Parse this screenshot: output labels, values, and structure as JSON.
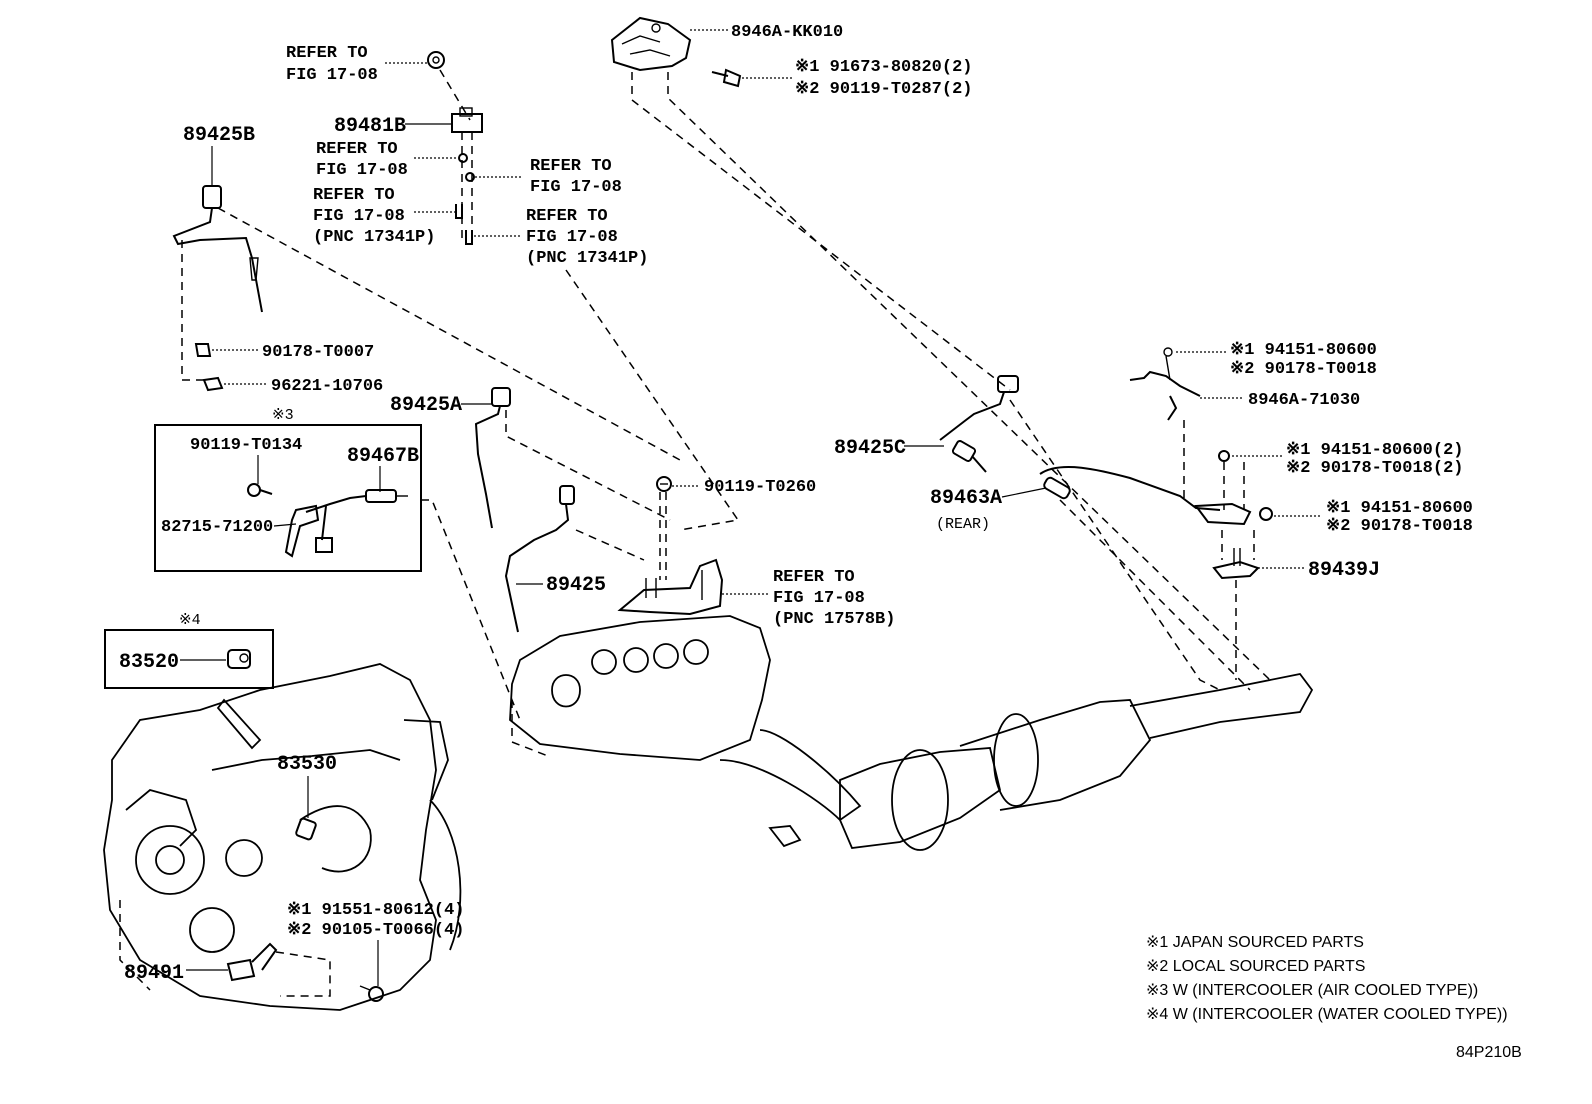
{
  "diagram_id": "84P210B",
  "labels": {
    "p8946A_KK010": "8946A-KK010",
    "p91673": "※1 91673-80820(2)",
    "p90119_T0287": "※2 90119-T0287(2)",
    "refer1a": "REFER TO",
    "refer1b": "FIG 17-08",
    "p89425B": "89425B",
    "p89481B": "89481B",
    "refer2a": "REFER TO",
    "refer2b": "FIG 17-08",
    "refer3a": "REFER TO",
    "refer3b": "FIG 17-08",
    "refer4a": "REFER TO",
    "refer4b": "FIG 17-08",
    "refer4c": "(PNC 17341P)",
    "refer5a": "REFER TO",
    "refer5b": "FIG 17-08",
    "refer5c": "(PNC 17341P)",
    "p90178_T0007": "90178-T0007",
    "p96221": "96221-10706",
    "note3_mark": "※3",
    "p90119_T0134": "90119-T0134",
    "p89467B": "89467B",
    "p82715": "82715-71200",
    "note4_mark": "※4",
    "p83520": "83520",
    "p89425A": "89425A",
    "p90119_T0260": "90119-T0260",
    "p89425": "89425",
    "refer6a": "REFER TO",
    "refer6b": "FIG 17-08",
    "refer6c": "(PNC 17578B)",
    "p89425C": "89425C",
    "p89463A": "89463A",
    "rear": "(REAR)",
    "p94151_a": "※1 94151-80600",
    "p90178_T0018_a": "※2 90178-T0018",
    "p8946A_71030": "8946A-71030",
    "p94151_b": "※1 94151-80600(2)",
    "p90178_T0018_b": "※2 90178-T0018(2)",
    "p94151_c": "※1 94151-80600",
    "p90178_T0018_c": "※2 90178-T0018",
    "p89439J": "89439J",
    "p83530": "83530",
    "p91551": "※1 91551-80612(4)",
    "p90105": "※2 90105-T0066(4)",
    "p89491": "89491"
  },
  "legend": [
    "※1 JAPAN SOURCED PARTS",
    "※2 LOCAL SOURCED PARTS",
    "※3 W (INTERCOOLER (AIR COOLED TYPE))",
    "※4 W (INTERCOOLER (WATER COOLED TYPE))"
  ]
}
